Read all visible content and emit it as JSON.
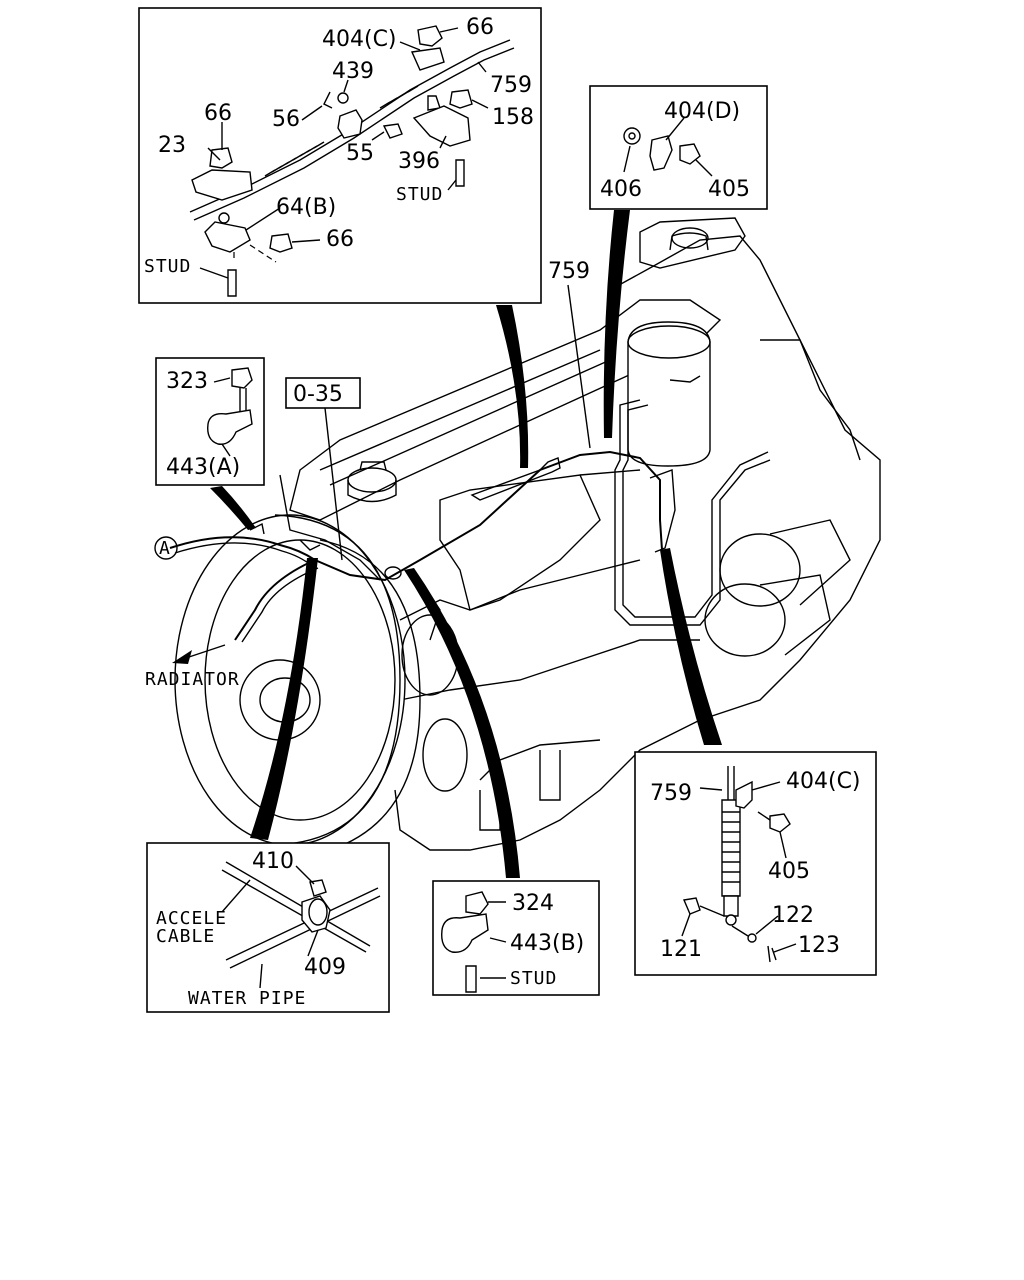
{
  "callouts": {
    "top_left": {
      "l404c": "404(C)",
      "l66a": "66",
      "l439": "439",
      "l759": "759",
      "l66b": "66",
      "l56": "56",
      "l158": "158",
      "l23": "23",
      "l55": "55",
      "l396": "396",
      "stud1": "STUD",
      "l64b": "64(B)",
      "l66c": "66",
      "stud2": "STUD"
    },
    "top_right": {
      "l404d": "404(D)",
      "l406": "406",
      "l405": "405"
    },
    "left_small": {
      "l323": "323",
      "l443a": "443(A)"
    },
    "main": {
      "l759": "759",
      "ref035": "0-35",
      "markerA": "A",
      "radiator": "RADIATOR"
    },
    "bottom_left": {
      "l410": "410",
      "accele": "ACCELE",
      "cable": "CABLE",
      "l409": "409",
      "waterpipe": "WATER PIPE"
    },
    "bottom_mid": {
      "l324": "324",
      "l443b": "443(B)",
      "stud": "STUD"
    },
    "bottom_right": {
      "l759": "759",
      "l404c": "404(C)",
      "l405": "405",
      "l122": "122",
      "l121": "121",
      "l123": "123"
    }
  }
}
